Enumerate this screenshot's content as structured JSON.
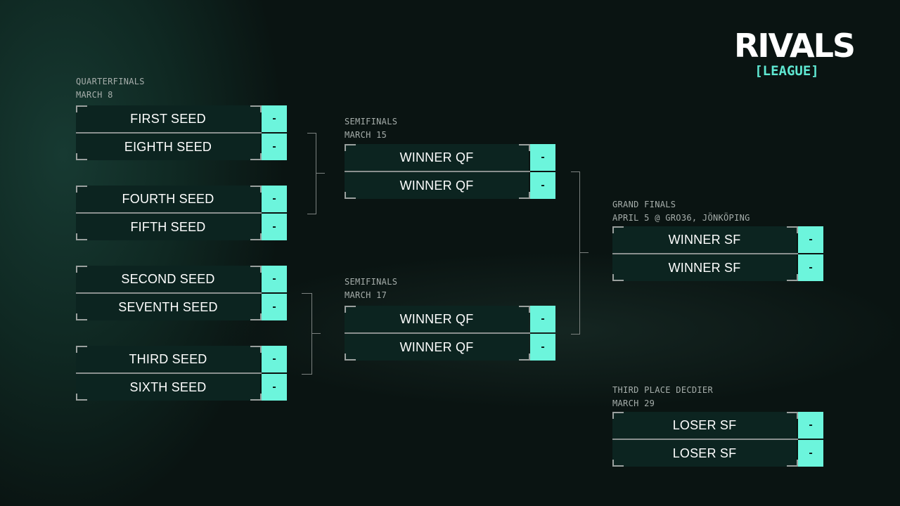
{
  "logo": {
    "main": "RIVALS",
    "sub": "[LEAGUE]"
  },
  "accent": "#6cf5dc",
  "rounds": [
    {
      "id": "qf",
      "title": "QUARTERFINALS",
      "date": "MARCH 8",
      "matches": [
        {
          "teams": [
            "FIRST SEED",
            "EIGHTH SEED"
          ],
          "scores": [
            "-",
            "-"
          ]
        },
        {
          "teams": [
            "FOURTH SEED",
            "FIFTH SEED"
          ],
          "scores": [
            "-",
            "-"
          ]
        },
        {
          "teams": [
            "SECOND SEED",
            "SEVENTH SEED"
          ],
          "scores": [
            "-",
            "-"
          ]
        },
        {
          "teams": [
            "THIRD SEED",
            "SIXTH SEED"
          ],
          "scores": [
            "-",
            "-"
          ]
        }
      ]
    },
    {
      "id": "sf1",
      "title": "SEMIFINALS",
      "date": "MARCH 15",
      "matches": [
        {
          "teams": [
            "WINNER QF",
            "WINNER QF"
          ],
          "scores": [
            "-",
            "-"
          ]
        }
      ]
    },
    {
      "id": "sf2",
      "title": "SEMIFINALS",
      "date": "MARCH 17",
      "matches": [
        {
          "teams": [
            "WINNER QF",
            "WINNER QF"
          ],
          "scores": [
            "-",
            "-"
          ]
        }
      ]
    },
    {
      "id": "gf",
      "title": "GRAND FINALS",
      "date": "APRIL 5 @ GRO36, JÖNKÖPING",
      "matches": [
        {
          "teams": [
            "WINNER SF",
            "WINNER SF"
          ],
          "scores": [
            "-",
            "-"
          ]
        }
      ]
    },
    {
      "id": "third",
      "title": "THIRD PLACE DECDIER",
      "date": "MARCH 29",
      "matches": [
        {
          "teams": [
            "LOSER SF",
            "LOSER SF"
          ],
          "scores": [
            "-",
            "-"
          ]
        }
      ]
    }
  ]
}
